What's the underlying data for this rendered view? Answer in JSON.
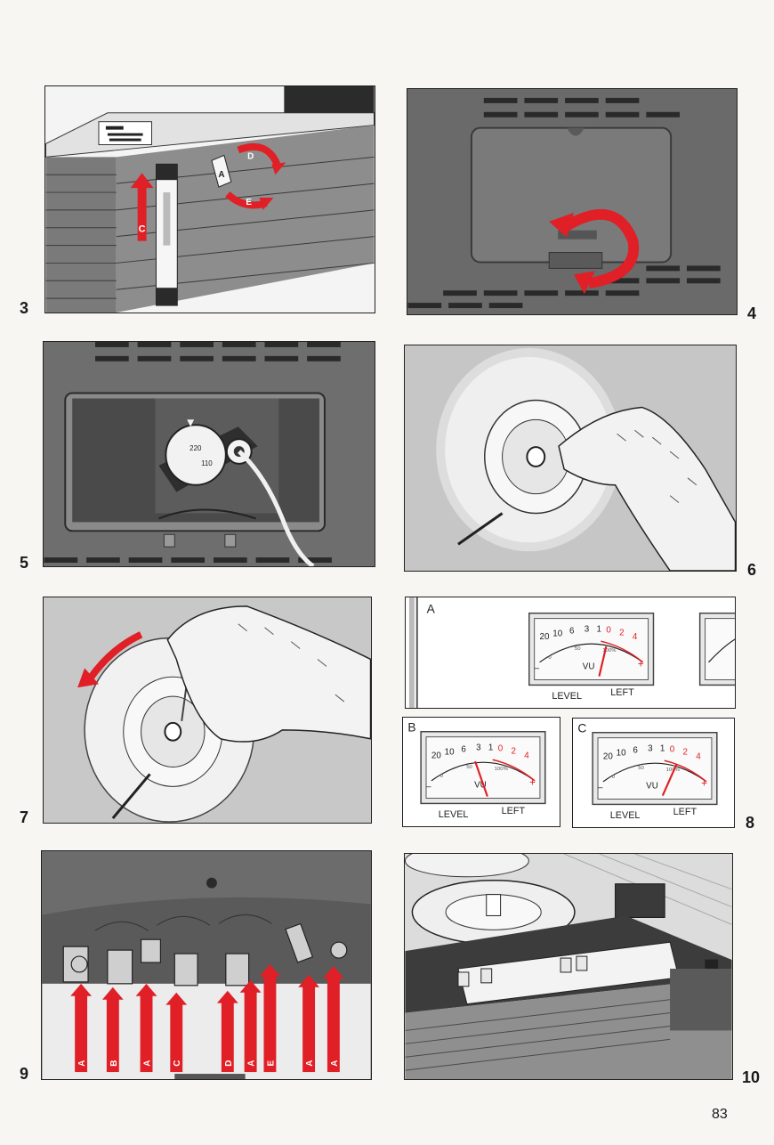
{
  "figures": {
    "f3": {
      "number": "3",
      "labels": {
        "c": "C",
        "d": "D",
        "e": "E",
        "a": "A"
      }
    },
    "f4": {
      "number": "4"
    },
    "f5": {
      "number": "5",
      "dial": {
        "v1": "220",
        "v2": "110"
      }
    },
    "f6": {
      "number": "6"
    },
    "f7": {
      "number": "7"
    },
    "f8": {
      "number": "8",
      "sub_labels": {
        "a": "A",
        "b": "B",
        "c": "C"
      },
      "meter": {
        "scale_black": [
          "20",
          "10",
          "6",
          "3",
          "1"
        ],
        "scale_red": [
          "0",
          "2",
          "4"
        ],
        "inner": [
          "0",
          "50",
          "100%"
        ],
        "vu": "VU",
        "minus": "–",
        "plus": "+",
        "level": "LEVEL",
        "left": "LEFT"
      }
    },
    "f9": {
      "number": "9",
      "arrow_labels": [
        "A",
        "B",
        "A",
        "C",
        "D",
        "A",
        "E",
        "A",
        "A"
      ]
    },
    "f10": {
      "number": "10"
    }
  },
  "page_number": "83",
  "colors": {
    "accent_red": "#e01f26",
    "panel_gray": "#6d6d6d",
    "dark_gray": "#4a4a4a",
    "light_gray": "#d9d9d9"
  }
}
